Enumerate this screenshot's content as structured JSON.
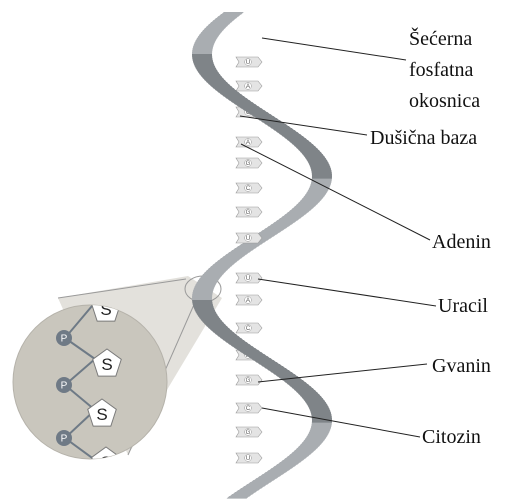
{
  "labels": {
    "backbone_line1": "Šećerna",
    "backbone_line2": "fosfatna",
    "backbone_line3": "okosnica",
    "base": "Dušična baza",
    "adenine": "Adenin",
    "uracil": "Uracil",
    "guanine": "Gvanin",
    "cytosine": "Citozin"
  },
  "strand_bases": [
    "U",
    "A",
    "C",
    "A",
    "G",
    "C",
    "G",
    "U",
    "U",
    "A",
    "C",
    "A",
    "G",
    "C",
    "G",
    "U"
  ],
  "inset": {
    "sugar_symbol": "S",
    "phosphate_symbol": "P"
  },
  "colors": {
    "backbone": "#7f8488",
    "backbone_dark": "#5f6468",
    "base_fill": "#e4e4e4",
    "inset_bg": "#c9c6bd",
    "phosphate": "#6f7a86"
  }
}
